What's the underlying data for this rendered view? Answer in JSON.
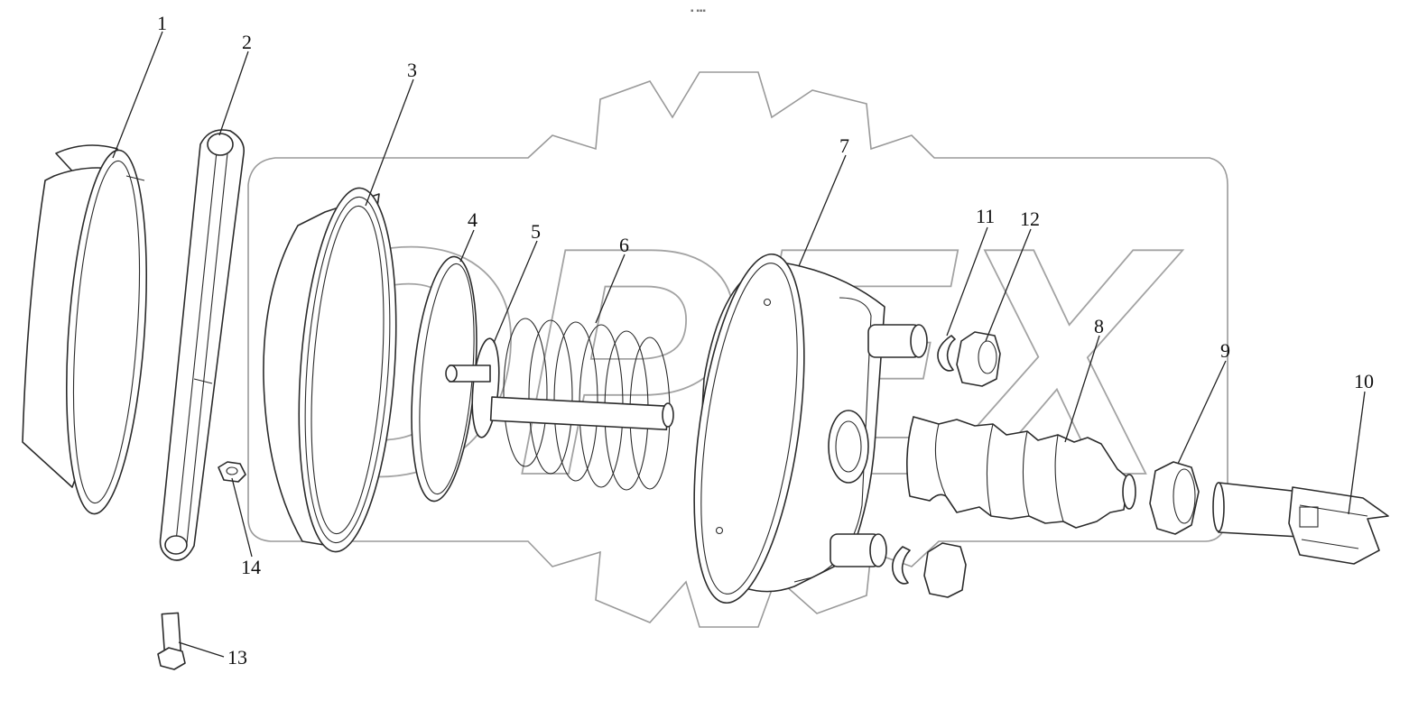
{
  "diagram": {
    "callouts": [
      "1",
      "2",
      "3",
      "4",
      "5",
      "6",
      "7",
      "8",
      "9",
      "10",
      "11",
      "12",
      "13",
      "14"
    ],
    "watermark": "OPEX",
    "colors": {
      "line": "#2b2b2b",
      "watermark": "#9a9a9a",
      "background": "#ffffff"
    }
  }
}
